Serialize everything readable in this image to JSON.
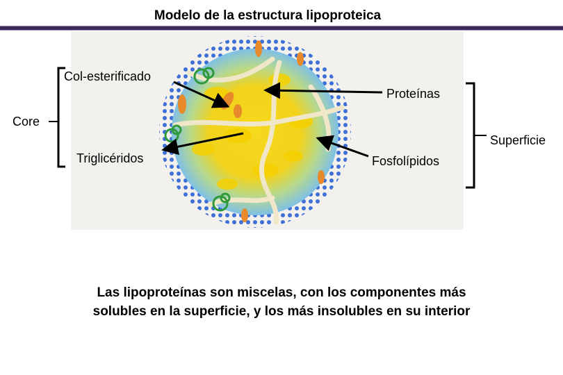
{
  "title": "Modelo de la estructura lipoproteica",
  "labels": {
    "col_esterificado": "Col-esterificado",
    "proteinas": "Proteínas",
    "core": "Core",
    "superficie": "Superficie",
    "trigliceridos": "Triglicéridos",
    "fosfolipidos": "Fosfolípidos"
  },
  "caption": {
    "line1": "Las lipoproteínas son miscelas, con los componentes más",
    "line2": "solubles en la superficie, y los más insolubles en su interior"
  },
  "colors": {
    "core": "#f2d21c",
    "shell": "#7fc0e6",
    "phospholipid": "#3d6fd6",
    "protein_strand": "#f0e6c8",
    "cholesterol_ester": "#e8892a",
    "green_protein": "#2f9a3a"
  }
}
